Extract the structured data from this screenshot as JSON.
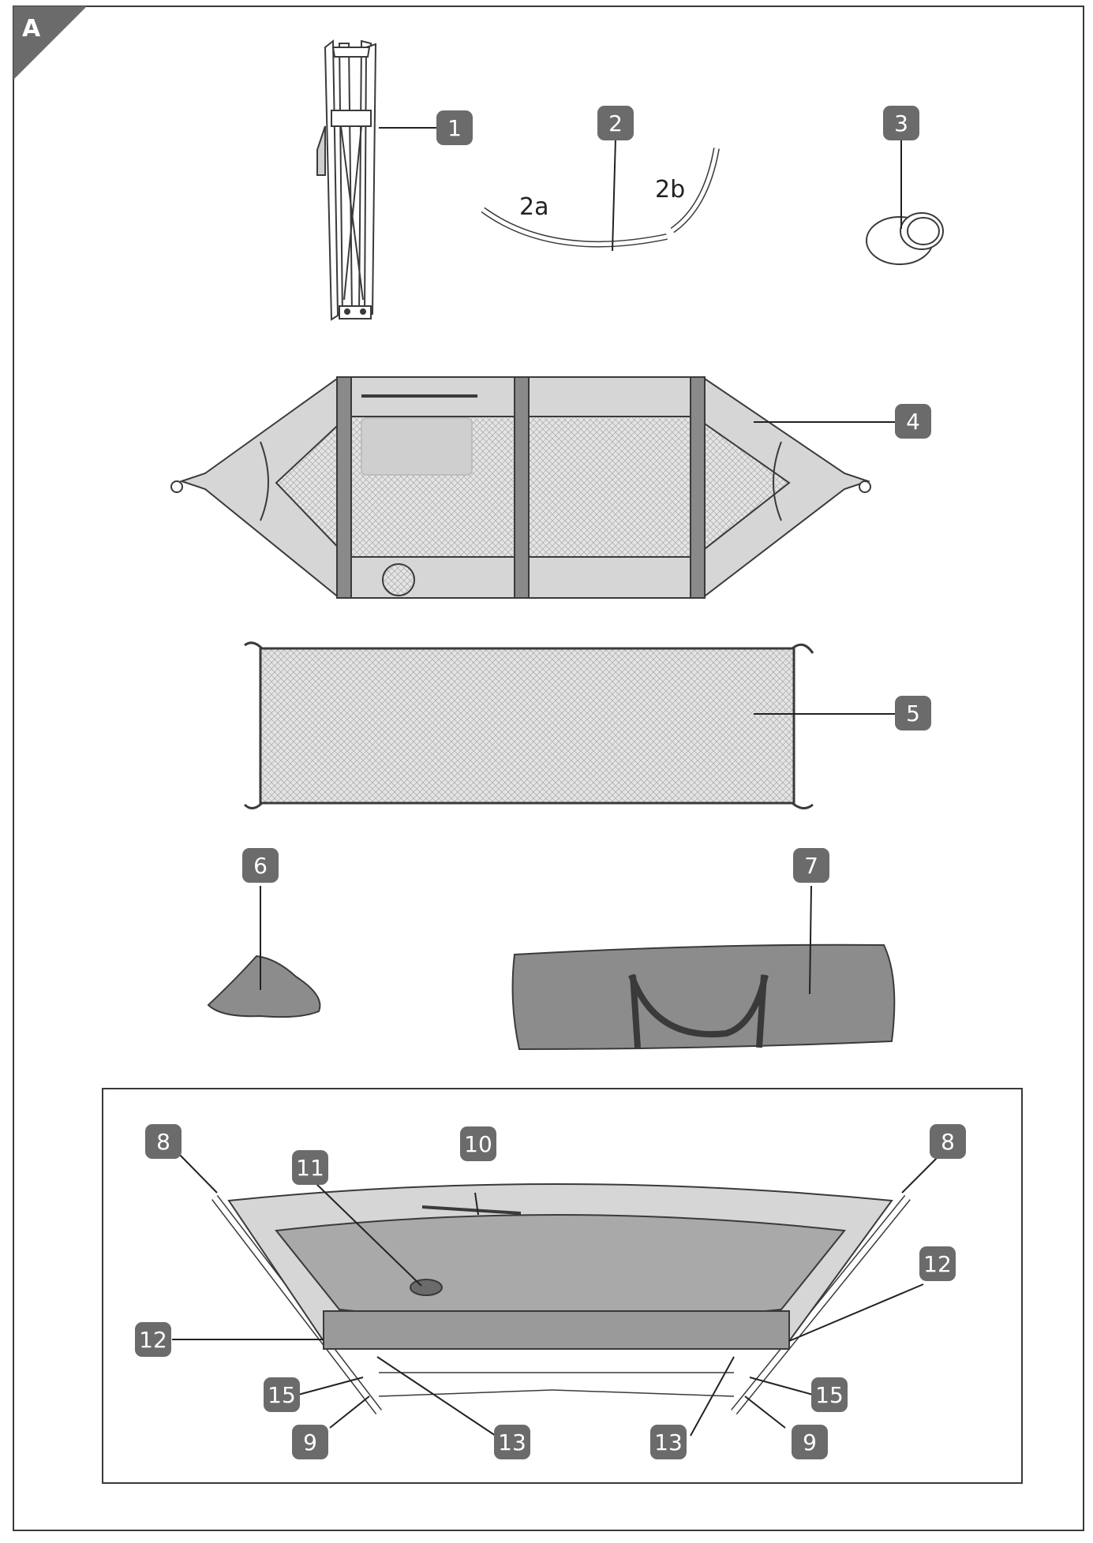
{
  "figure_letter": "A",
  "colors": {
    "badge": "#6b6b6b",
    "fabric": "#d6d6d6",
    "fabric_dark": "#8a8a8a",
    "outline": "#3a3a3a",
    "bag": "#8c8c8c"
  },
  "callouts": {
    "c1": "1",
    "c2": "2",
    "c3": "3",
    "c4": "4",
    "c5": "5",
    "c6": "6",
    "c7": "7",
    "c8": "8",
    "c9": "9",
    "c10": "10",
    "c11": "11",
    "c12": "12",
    "c13": "13",
    "c15": "15"
  },
  "sublabels": {
    "a": "2a",
    "b": "2b"
  }
}
